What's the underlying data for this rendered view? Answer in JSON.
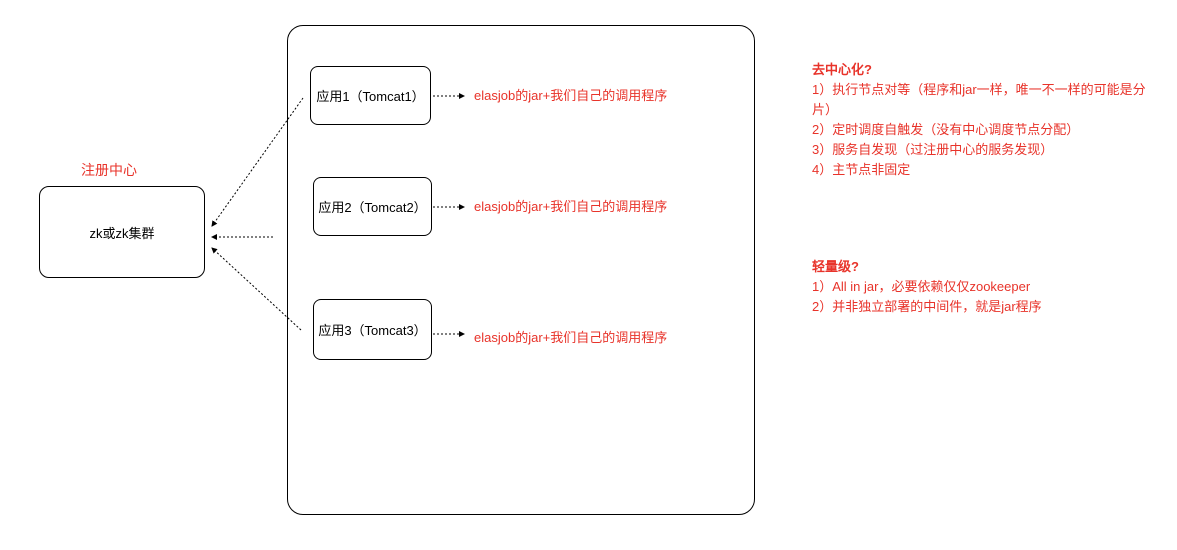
{
  "registry": {
    "title": "注册中心",
    "box_label": "zk或zk集群"
  },
  "apps": [
    {
      "label": "应用1（Tomcat1）",
      "note": "elasjob的jar+我们自己的调用程序"
    },
    {
      "label": "应用2（Tomcat2）",
      "note": "elasjob的jar+我们自己的调用程序"
    },
    {
      "label": "应用3（Tomcat3）",
      "note": "elasjob的jar+我们自己的调用程序"
    }
  ],
  "decentralization": {
    "heading": "去中心化?",
    "items": [
      "1）执行节点对等（程序和jar一样，唯一不一样的可能是分片）",
      "2）定时调度自触发（没有中心调度节点分配）",
      "3）服务自发现（过注册中心的服务发现）",
      "4）主节点非固定"
    ]
  },
  "lightweight": {
    "heading": "轻量级?",
    "items": [
      "1）All in jar，必要依赖仅仅zookeeper",
      "2）并非独立部署的中间件，就是jar程序"
    ]
  },
  "colors": {
    "accent_red": "#e8332a",
    "line": "#000000"
  }
}
